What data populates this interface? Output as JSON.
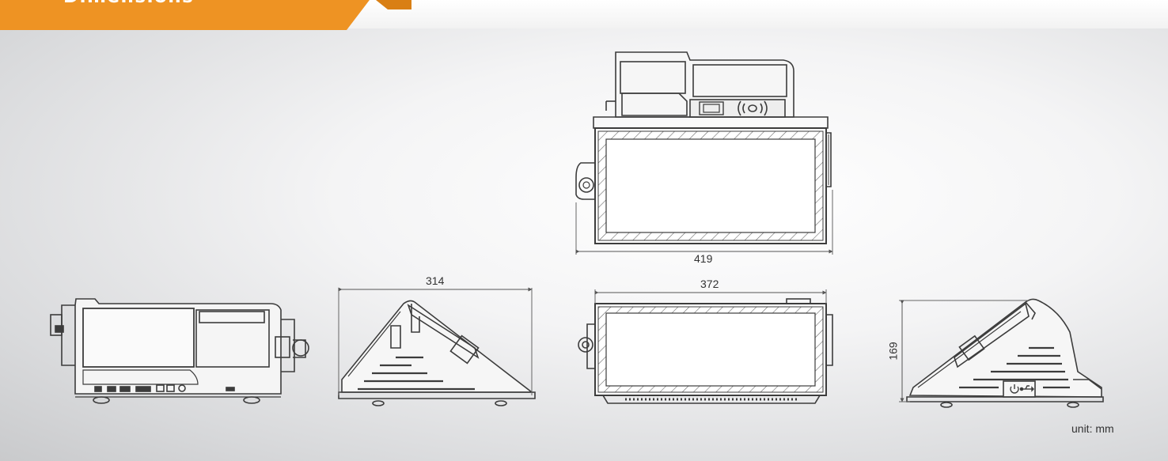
{
  "header": {
    "title": "Dimensions",
    "accent_color": "#ee9323"
  },
  "dimensions": {
    "top_width": "419",
    "side_depth": "314",
    "front_width": "372",
    "side_height": "169"
  },
  "unit_note": "unit: mm",
  "views": [
    "rear-view",
    "side-view-left",
    "top-view",
    "front-view",
    "side-view-right"
  ],
  "icons": [
    "nfc-icon",
    "power-icon",
    "usb-icon"
  ]
}
